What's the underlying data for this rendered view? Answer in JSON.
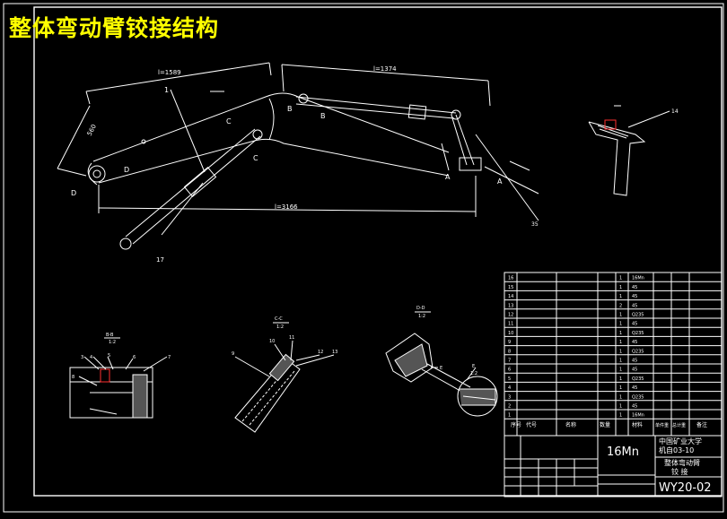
{
  "drawing": {
    "title": "整体弯动臂铰接结构",
    "colors": {
      "background": "#000000",
      "line": "#ffffff",
      "title": "#ffff00",
      "accent": "#ff3030"
    }
  },
  "main_view": {
    "dims": {
      "l1": "l=1589",
      "l2": "l=1374",
      "l3": "l=3166",
      "d560": "560"
    },
    "labels": [
      "1",
      "B",
      "B",
      "C",
      "C",
      "D",
      "D",
      "A",
      "A",
      "17",
      "35"
    ]
  },
  "detail_b": {
    "label": "14"
  },
  "sections": [
    {
      "title": "B-B",
      "scale": "1:2",
      "callouts": [
        "3",
        "4",
        "5",
        "6",
        "7",
        "8"
      ]
    },
    {
      "title": "C-C",
      "scale": "1:2",
      "callouts": [
        "9",
        "10",
        "11",
        "12",
        "13"
      ]
    },
    {
      "title": "D-D",
      "scale": "1:2",
      "callouts": [
        "E"
      ]
    }
  ],
  "detail_e": {
    "label": "E",
    "scale": "1:2"
  },
  "title_block": {
    "material": "16Mn",
    "school": "中国矿业大学",
    "class": "机自03-10",
    "name": "整体弯动臂",
    "name2": "铰 接",
    "drawing_no": "WY20-02",
    "header": [
      "序号",
      "代号",
      "名称",
      "数量",
      "材料",
      "单件重",
      "总计重",
      "备注"
    ],
    "rows": [
      [
        "16",
        "",
        "",
        "1",
        "",
        "16Mn"
      ],
      [
        "15",
        "",
        "",
        "1",
        "",
        "45"
      ],
      [
        "14",
        "",
        "",
        "1",
        "",
        "45"
      ],
      [
        "13",
        "",
        "",
        "2",
        "",
        "45"
      ],
      [
        "12",
        "",
        "",
        "1",
        "",
        "Q235"
      ],
      [
        "11",
        "",
        "",
        "1",
        "",
        "45"
      ],
      [
        "10",
        "",
        "",
        "1",
        "",
        "Q235"
      ],
      [
        "9",
        "",
        "",
        "1",
        "",
        "45"
      ],
      [
        "8",
        "",
        "",
        "1",
        "",
        "Q235"
      ],
      [
        "7",
        "",
        "",
        "1",
        "",
        "45"
      ],
      [
        "6",
        "",
        "",
        "1",
        "",
        "45"
      ],
      [
        "5",
        "",
        "",
        "1",
        "",
        "Q235"
      ],
      [
        "4",
        "",
        "",
        "1",
        "",
        "45"
      ],
      [
        "3",
        "",
        "",
        "1",
        "",
        "Q235"
      ],
      [
        "2",
        "",
        "",
        "1",
        "",
        "45"
      ],
      [
        "1",
        "",
        "",
        "1",
        "",
        "16Mn"
      ]
    ]
  }
}
